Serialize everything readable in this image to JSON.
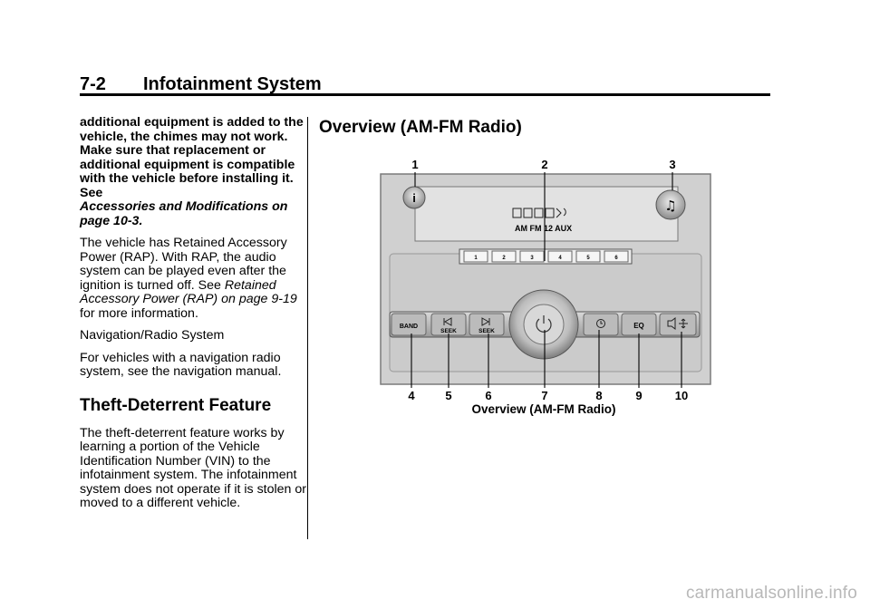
{
  "header": {
    "page_number": "7-2",
    "chapter": "Infotainment System"
  },
  "left_column": {
    "warning_bold": "additional equipment is added to the vehicle, the chimes may not work. Make sure that replacement or additional equipment is compatible with the vehicle before installing it. See",
    "warning_link": "Accessories and Modifications on page 10-3.",
    "rap_p1": "The vehicle has Retained Accessory Power (RAP). With RAP, the audio system can be played even after the ignition is turned off. See",
    "rap_link": "Retained Accessory Power (RAP) on page 9-19",
    "rap_p2": " for more information.",
    "nav_heading": "Navigation/Radio System",
    "nav_text": "For vehicles with a navigation radio system, see the navigation manual.",
    "theft_heading": "Theft-Deterrent Feature",
    "theft_text": "The theft-deterrent feature works by learning a portion of the Vehicle Identification Number (VIN) to the infotainment system. The infotainment system does not operate if it is stolen or moved to a different vehicle."
  },
  "right_column": {
    "section_title": "Overview (AM-FM Radio)",
    "figure": {
      "callouts_top": [
        "1",
        "2",
        "3"
      ],
      "callouts_bottom": [
        "4",
        "5",
        "6",
        "7",
        "8",
        "9",
        "10"
      ],
      "display_text": "AM FM 12 AUX",
      "presets": [
        "1",
        "2",
        "3",
        "4",
        "5",
        "6"
      ],
      "band_label": "BAND",
      "seek_label": "SEEK",
      "eq_label": "EQ",
      "caption": "Overview (AM-FM Radio)"
    }
  },
  "watermark": "carmanualsonline.info"
}
